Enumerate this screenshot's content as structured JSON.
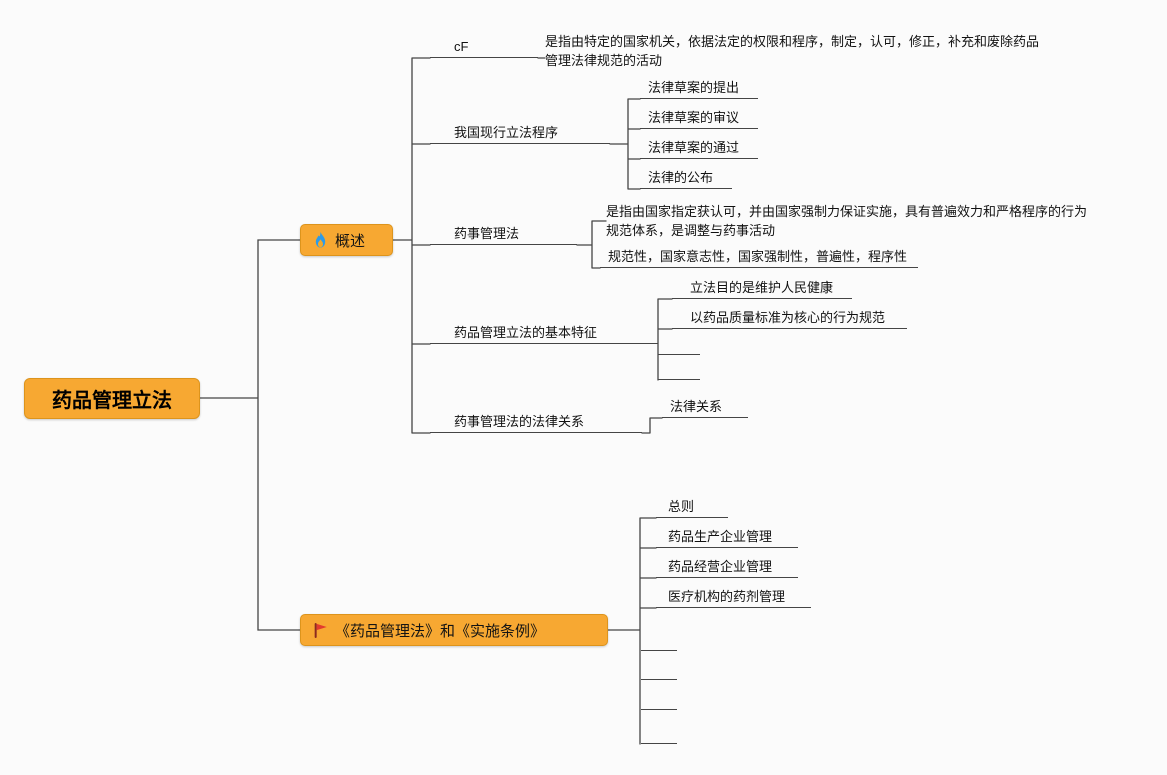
{
  "colors": {
    "background": "#fbfbfb",
    "node_fill": "#F7A832",
    "node_border": "#DD941C",
    "line": "#454545",
    "flame_outer": "#2E9BE8",
    "flame_inner": "#F6A825",
    "flag_red": "#E23B2E",
    "flag_pole": "#8C2B1F"
  },
  "root": {
    "label": "药品管理立法"
  },
  "branches": [
    {
      "label": "概述",
      "icon": "flame-icon",
      "children": [
        {
          "label": "cF",
          "children": [
            {
              "label": "是指由特定的国家机关，依据法定的权限和程序，制定，认可，修正，补充和废除药品管理法律规范的活动"
            }
          ]
        },
        {
          "label": "我国现行立法程序",
          "children": [
            {
              "label": "法律草案的提出"
            },
            {
              "label": "法律草案的审议"
            },
            {
              "label": "法律草案的通过"
            },
            {
              "label": "法律的公布"
            }
          ]
        },
        {
          "label": "药事管理法",
          "children": [
            {
              "label": "是指由国家指定获认可，并由国家强制力保证实施，具有普遍效力和严格程序的行为规范体系，是调整与药事活动"
            },
            {
              "label": "规范性，国家意志性，国家强制性，普遍性，程序性"
            }
          ]
        },
        {
          "label": "药品管理立法的基本特征",
          "children": [
            {
              "label": "立法目的是维护人民健康"
            },
            {
              "label": "以药品质量标准为核心的行为规范"
            },
            {
              "label": ""
            },
            {
              "label": ""
            }
          ]
        },
        {
          "label": "药事管理法的法律关系",
          "children": [
            {
              "label": "法律关系"
            }
          ]
        }
      ]
    },
    {
      "label": "《药品管理法》和《实施条例》",
      "icon": "red-flag-icon",
      "children": [
        {
          "label": "总则"
        },
        {
          "label": "药品生产企业管理"
        },
        {
          "label": "药品经营企业管理"
        },
        {
          "label": "医疗机构的药剂管理"
        },
        {
          "label": ""
        },
        {
          "label": ""
        },
        {
          "label": ""
        },
        {
          "label": ""
        }
      ]
    }
  ]
}
